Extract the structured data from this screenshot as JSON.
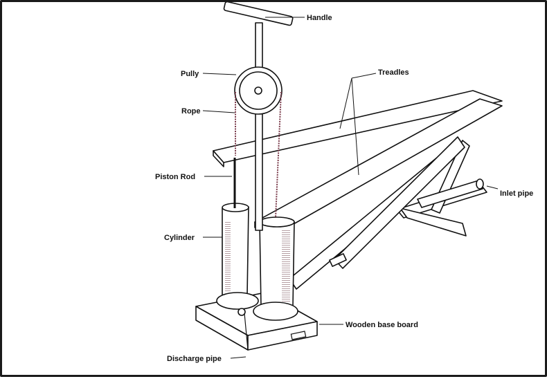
{
  "labels": {
    "handle": "Handle",
    "pully": "Pully",
    "rope": "Rope",
    "treadles": "Treadles",
    "piston_rod": "Piston Rod",
    "inlet_pipe": "Inlet pipe",
    "cylinder": "Cylinder",
    "wooden_base_board": "Wooden base board",
    "discharge_pipe": "Discharge pipe"
  }
}
